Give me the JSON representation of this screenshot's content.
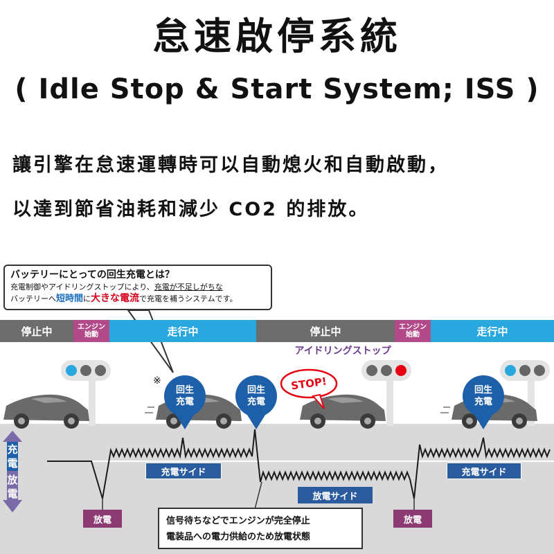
{
  "header": {
    "title": "怠速啟停系統",
    "subtitle": "( Idle Stop & Start System; ISS )",
    "description_line1": "讓引擎在怠速運轉時可以自動熄火和自動啟動，",
    "description_line2": "以達到節省油耗和減少 CO2 的排放。"
  },
  "callout": {
    "question": "バッテリーにとっての回生充電とは？",
    "line1_a": "充電制御やアイドリングストップにより、",
    "line1_b": "充電が不足しがちな",
    "line2_a": "バッテリーへ",
    "line2_b": "短時間",
    "line2_c": "に",
    "line2_d": "大きな電流",
    "line2_e": "で充電を補うシステムです。"
  },
  "phases": {
    "stop1": "停止中",
    "engine1_a": "エンジン",
    "engine1_b": "始動",
    "run1": "走行中",
    "stop2": "停止中",
    "engine2_a": "エンジン",
    "engine2_b": "始動",
    "run2": "走行中",
    "idle_stop_label": "アイドリングストップ"
  },
  "asterisk": "※",
  "bubbles": {
    "regen_a": "回生",
    "regen_b": "充電",
    "stop_sign": "STOP!"
  },
  "axis": {
    "charge_a": "充",
    "charge_b": "電",
    "discharge_a": "放",
    "discharge_b": "電"
  },
  "tags": {
    "charge_side": "充電サイド",
    "discharge_side": "放電サイド",
    "discharge": "放電"
  },
  "note": {
    "line1": "信号待ちなどでエンジンが完全停止",
    "line2": "電装品への電力供給のため放電状態"
  },
  "colors": {
    "phase_gray": "#6d6d6d",
    "phase_pink": "#b24a89",
    "phase_blue": "#29a8e0",
    "bubble_blue": "#1d5fa8",
    "stop_red": "#e60012"
  }
}
